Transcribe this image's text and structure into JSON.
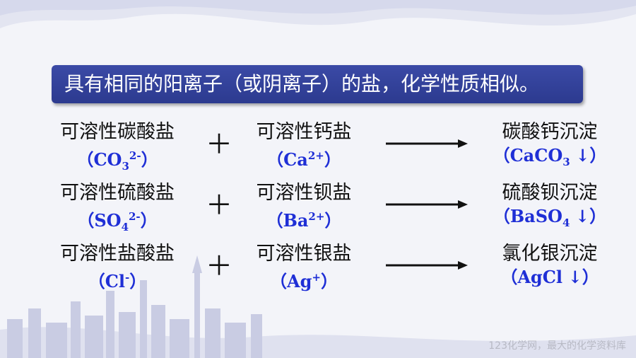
{
  "banner": {
    "text": "具有相同的阳离子（或阴离子）的盐，化学性质相似。"
  },
  "plus_sign": "＋",
  "rows": [
    {
      "anion_name": "可溶性碳酸盐",
      "anion_formula": {
        "open": "（",
        "base": "CO",
        "sub": "3",
        "sup": "2-",
        "close": "）"
      },
      "cation_name": "可溶性钙盐",
      "cation_formula": {
        "open": "（",
        "base": "Ca",
        "sup": "2+",
        "close": "）"
      },
      "product_name": "碳酸钙沉淀",
      "product_formula": {
        "open": "（",
        "base": "CaCO",
        "sub": "3",
        "tail": "↓",
        "close": "）"
      }
    },
    {
      "anion_name": "可溶性硫酸盐",
      "anion_formula": {
        "open": "（",
        "base": "SO",
        "sub": "4",
        "sup": "2-",
        "close": "）"
      },
      "cation_name": "可溶性钡盐",
      "cation_formula": {
        "open": "（",
        "base": "Ba",
        "sup": "2+",
        "close": "）"
      },
      "product_name": "硫酸钡沉淀",
      "product_formula": {
        "open": "（",
        "base": "BaSO",
        "sub": "4",
        "tail": "↓",
        "close": "）"
      }
    },
    {
      "anion_name": "可溶性盐酸盐",
      "anion_formula": {
        "open": "（",
        "base": "Cl",
        "sup": "-",
        "close": "）"
      },
      "cation_name": "可溶性银盐",
      "cation_formula": {
        "open": "（",
        "base": "Ag",
        "sup": "+",
        "close": "）"
      },
      "product_name": "氯化银沉淀",
      "product_formula": {
        "open": "（",
        "base": "AgCl",
        "tail": "↓",
        "close": "）"
      }
    }
  ],
  "watermark": "123化学网，最大的化学资料库",
  "colors": {
    "banner": "#2f3d94",
    "formula": "#1f2fd6",
    "text": "#111111"
  }
}
